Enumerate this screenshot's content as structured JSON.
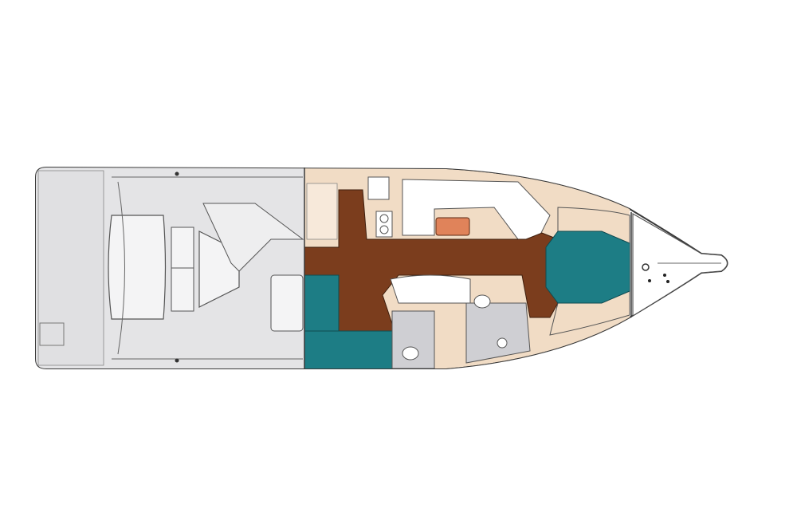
{
  "diagram": {
    "type": "boat-deck-floor-plan",
    "colors": {
      "background": "#ffffff",
      "outline": "#3a3a3a",
      "cockpit_deck": "#e4e4e6",
      "cabin_beige": "#f1dcc5",
      "wood_floor": "#7b3d1d",
      "teal_berth": "#1d7d85",
      "head_grey": "#cfcfd3",
      "accent_orange": "#e0835a",
      "bow_deck": "#ffffff"
    },
    "areas": [
      "cockpit",
      "salon-galley",
      "midship-cabin",
      "heads",
      "forward-vberth",
      "bow"
    ]
  }
}
